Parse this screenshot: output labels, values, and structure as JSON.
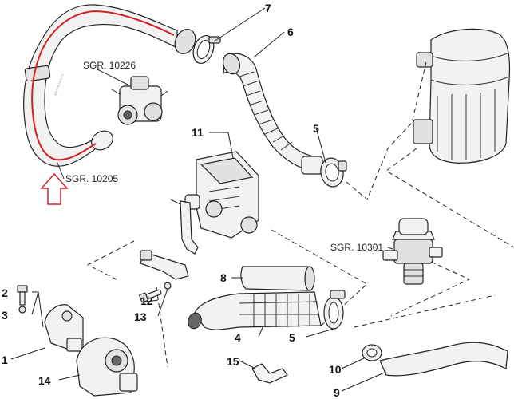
{
  "callouts": {
    "c1": "1",
    "c2": "2",
    "c3": "3",
    "c4": "4",
    "c5a": "5",
    "c5b": "5",
    "c6": "6",
    "c7": "7",
    "c8": "8",
    "c9": "9",
    "c10": "10",
    "c11": "11",
    "c12": "12",
    "c13": "13",
    "c14": "14",
    "c15": "15"
  },
  "references": {
    "sgr_10226": "SGR. 10226",
    "sgr_10205": "SGR. 10205",
    "sgr_10301": "SGR. 10301"
  },
  "colors": {
    "highlight": "#d42020",
    "line": "#222222",
    "part_fill": "#f2f2f2"
  }
}
